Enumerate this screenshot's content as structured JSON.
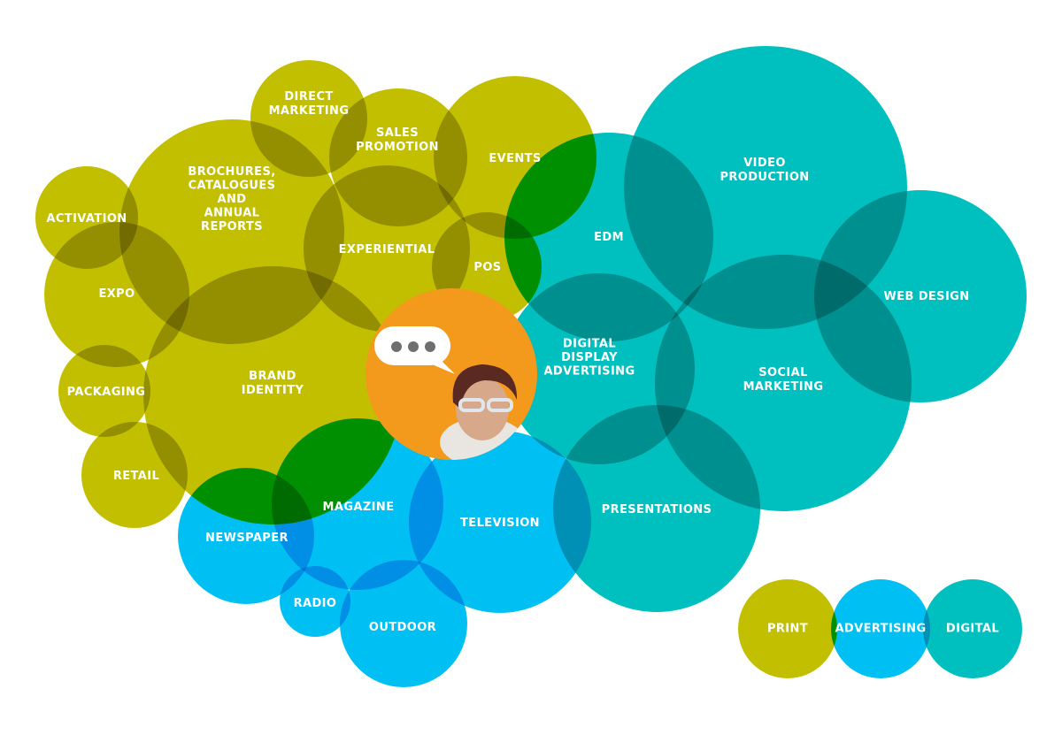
{
  "colors": {
    "print": "#c2bf00",
    "advertising": "#00bff2",
    "digital": "#00bfbf",
    "center": "#f39a1c"
  },
  "bubbles": [
    {
      "id": "activation",
      "group": "print",
      "lines": [
        "ACTIVATION"
      ]
    },
    {
      "id": "expo",
      "group": "print",
      "lines": [
        "EXPO"
      ]
    },
    {
      "id": "packaging",
      "group": "print",
      "lines": [
        "PACKAGING"
      ]
    },
    {
      "id": "retail",
      "group": "print",
      "lines": [
        "RETAIL"
      ]
    },
    {
      "id": "brochures",
      "group": "print",
      "lines": [
        "BROCHURES,",
        "CATALOGUES",
        "AND",
        "ANNUAL",
        "REPORTS"
      ]
    },
    {
      "id": "brand-identity",
      "group": "print",
      "lines": [
        "BRAND",
        "IDENTITY"
      ]
    },
    {
      "id": "direct-marketing",
      "group": "print",
      "lines": [
        "DIRECT",
        "MARKETING"
      ]
    },
    {
      "id": "sales-promotion",
      "group": "print",
      "lines": [
        "SALES",
        "PROMOTION"
      ]
    },
    {
      "id": "experiential",
      "group": "print",
      "lines": [
        "EXPERIENTIAL"
      ]
    },
    {
      "id": "events",
      "group": "print",
      "lines": [
        "EVENTS"
      ]
    },
    {
      "id": "pos",
      "group": "print",
      "lines": [
        "POS"
      ]
    },
    {
      "id": "edm",
      "group": "digital",
      "lines": [
        "EDM"
      ]
    },
    {
      "id": "video-production",
      "group": "digital",
      "lines": [
        "VIDEO",
        "PRODUCTION"
      ]
    },
    {
      "id": "web-design",
      "group": "digital",
      "lines": [
        "WEB DESIGN"
      ]
    },
    {
      "id": "digital-display",
      "group": "digital",
      "lines": [
        "DIGITAL",
        "DISPLAY",
        "ADVERTISING"
      ]
    },
    {
      "id": "social-marketing",
      "group": "digital",
      "lines": [
        "SOCIAL",
        "MARKETING"
      ]
    },
    {
      "id": "presentations",
      "group": "digital",
      "lines": [
        "PRESENTATIONS"
      ]
    },
    {
      "id": "magazine",
      "group": "advertising",
      "lines": [
        "MAGAZINE"
      ]
    },
    {
      "id": "newspaper",
      "group": "advertising",
      "lines": [
        "NEWSPAPER"
      ]
    },
    {
      "id": "television",
      "group": "advertising",
      "lines": [
        "TELEVISION"
      ]
    },
    {
      "id": "radio",
      "group": "advertising",
      "lines": [
        "RADIO"
      ]
    },
    {
      "id": "outdoor",
      "group": "advertising",
      "lines": [
        "OUTDOOR"
      ]
    }
  ],
  "legend": [
    {
      "id": "print",
      "label": "PRINT"
    },
    {
      "id": "advertising",
      "label": "ADVERTISING"
    },
    {
      "id": "digital",
      "label": "DIGITAL"
    }
  ],
  "center_icon": "speech-bubble-ellipsis-icon"
}
